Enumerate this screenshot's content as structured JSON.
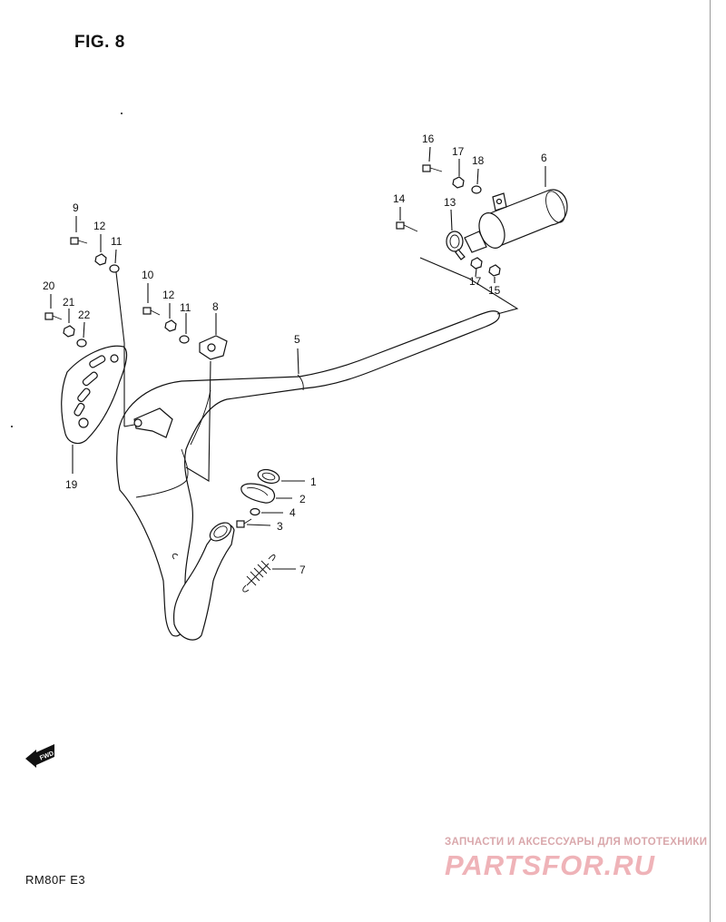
{
  "figure": {
    "title": "FIG. 8"
  },
  "footer": {
    "model": "RM80F  E3"
  },
  "watermark": {
    "tagline": "ЗАПЧАСТИ И АКСЕССУАРЫ ДЛЯ МОТОТЕХНИКИ",
    "logo": "PARTSFOR.RU"
  },
  "fwd_label": "FWD",
  "callouts": {
    "p1": "1",
    "p2": "2",
    "p3": "3",
    "p4": "4",
    "p5": "5",
    "p6": "6",
    "p7": "7",
    "p8": "8",
    "p9": "9",
    "p10": "10",
    "p11a": "11",
    "p11b": "11",
    "p12a": "12",
    "p12b": "12",
    "p13": "13",
    "p14": "14",
    "p15": "15",
    "p16": "16",
    "p17a": "17",
    "p17b": "17",
    "p18": "18",
    "p19": "19",
    "p20": "20",
    "p21": "21",
    "p22": "22"
  }
}
